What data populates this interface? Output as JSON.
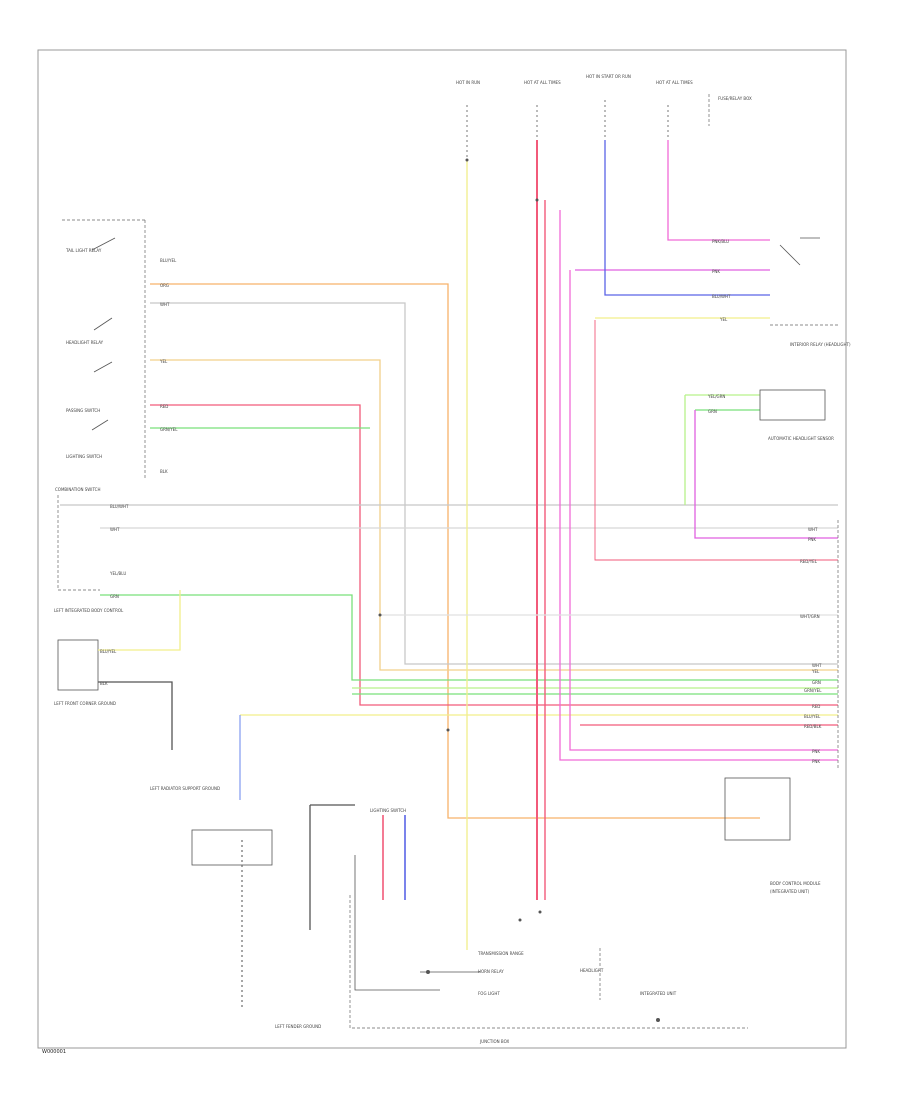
{
  "footer_code": "W000001",
  "colors": {
    "orange": "#f7b26a",
    "yellow": "#f2ef8a",
    "red": "#f25a7a",
    "pink": "#f06ad7",
    "magenta": "#e060e0",
    "green": "#79e07b",
    "light_green": "#b7f28a",
    "blue": "#5a64e6",
    "blue_light": "#8aa0f2",
    "gray": "#c8c8c8",
    "dark": "#555555"
  },
  "labels": {
    "fuse_top_1": "HOT IN RUN",
    "fuse_top_2": "HOT AT ALL TIMES",
    "fuse_top_3": "HOT IN START OR RUN",
    "fuse_top_4": "HOT AT ALL TIMES",
    "fuse_box_right": "FUSE/RELAY BOX",
    "switch_1": "TAIL LIGHT RELAY",
    "switch_2": "HEADLIGHT RELAY",
    "switch_3": "PASSING SWITCH",
    "switch_4": "LIGHTING SWITCH",
    "combination_switch": "COMBINATION SWITCH",
    "sw_left_block": "LEFT INTEGRATED BODY CONTROL",
    "left_ground": "LEFT FRONT CORNER GROUND",
    "right_relay": "INTERIOR RELAY (HEADLIGHT)",
    "right_relay_2": "AUTOMATIC HEADLIGHT SENSOR",
    "bcm_right": "BODY CONTROL MODULE",
    "bcm_right_sub": "(INTEGRATED UNIT)",
    "ground_bottom_left": "LEFT RADIATOR SUPPORT GROUND",
    "ground_bottom_mid": "LEFT FENDER GROUND",
    "junction_label": "LIGHTING SWITCH",
    "bottom_junction_1": "TRANSMISSION RANGE",
    "bottom_junction_2": "HORN RELAY",
    "bottom_junction_3": "FOG LIGHT",
    "bottom_junction_4": "HEADLIGHT",
    "bottom_junction_5": "INTEGRATED UNIT",
    "bottom_caption": "JUNCTION BOX",
    "wire_blu_yel": "BLU/YEL",
    "wire_yel": "YEL",
    "wire_grn": "GRN",
    "wire_red": "RED",
    "wire_wht": "WHT",
    "wire_pnk": "PNK",
    "wire_org": "ORG",
    "wire_blk": "BLK",
    "wire_yel_grn": "YEL/GRN",
    "wire_red_blk": "RED/BLK",
    "wire_blu_wht": "BLU/WHT",
    "wire_wht_grn": "WHT/GRN",
    "wire_pnk_blu": "PNK/BLU",
    "wire_grn_yel": "GRN/YEL",
    "wire_yel_blu": "YEL/BLU",
    "wire_red_yel": "RED/YEL"
  }
}
